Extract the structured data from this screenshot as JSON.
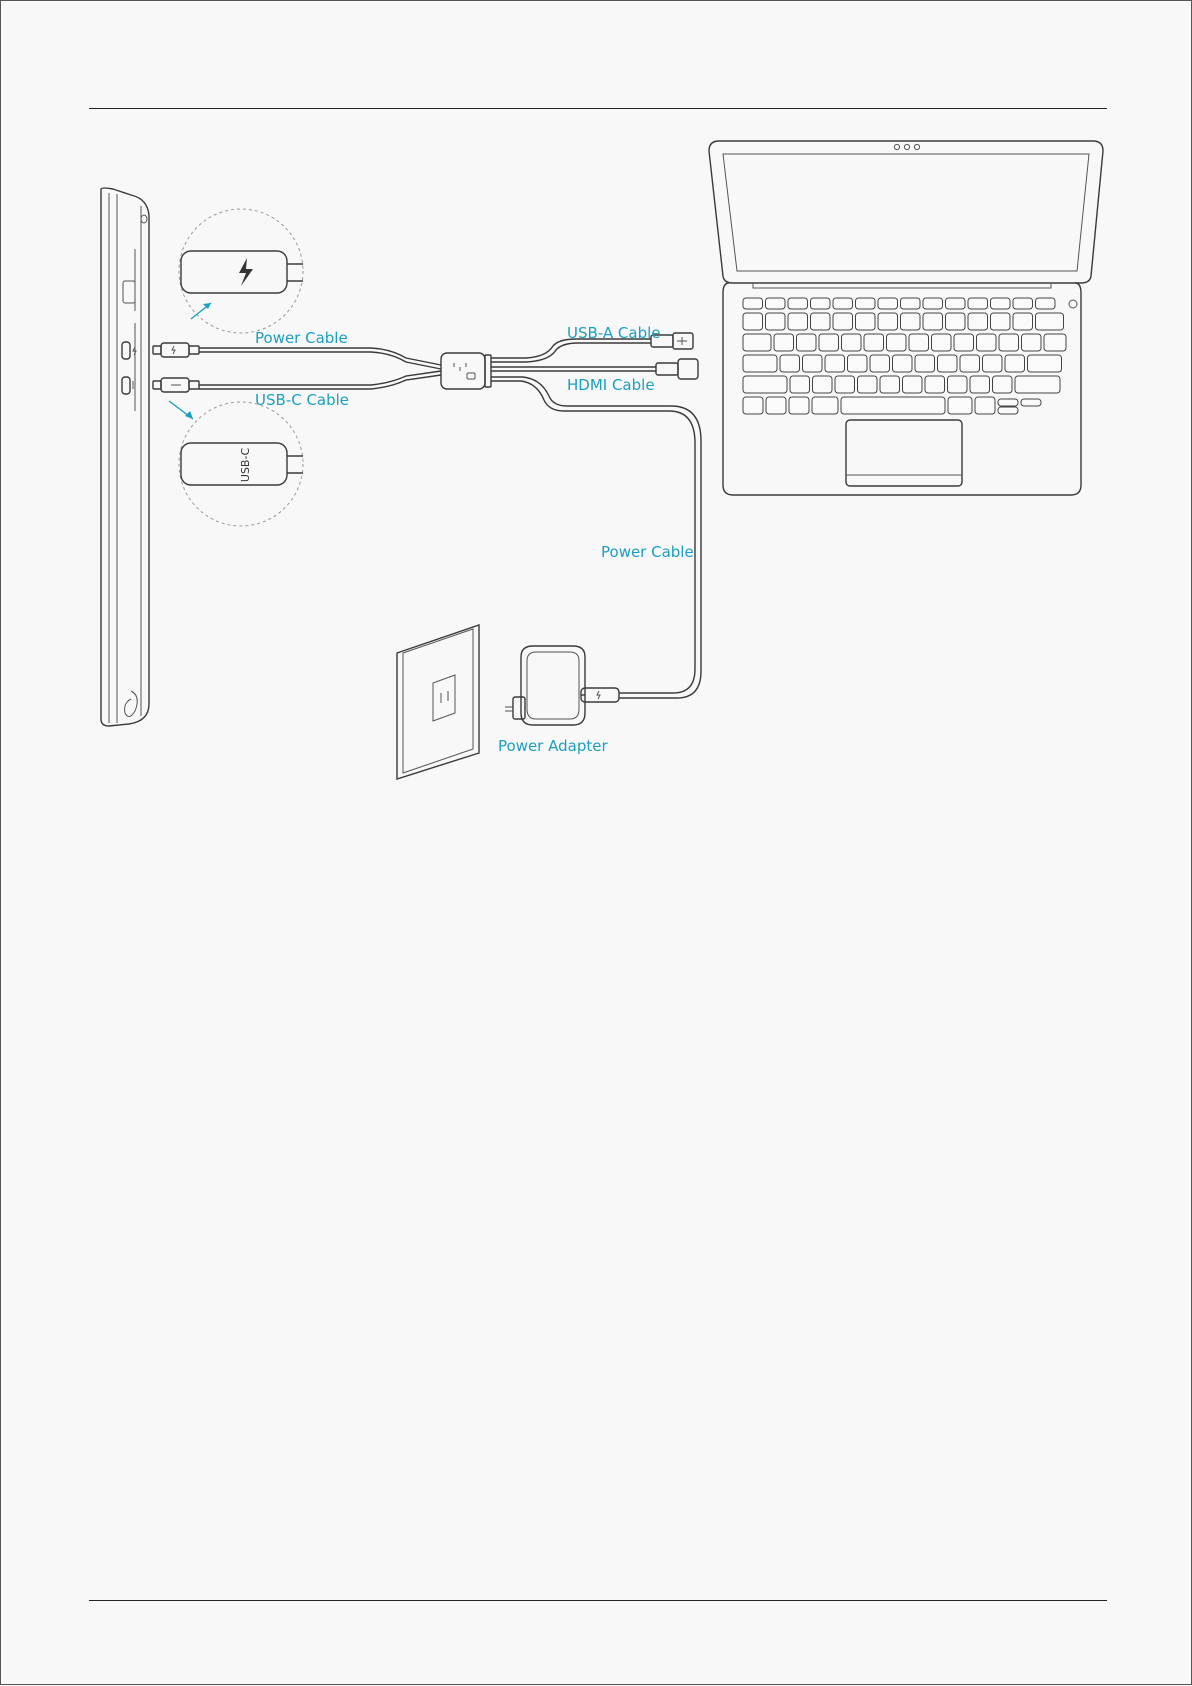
{
  "labels": {
    "power_cable_top": "Power Cable",
    "usb_c_cable": "USB-C Cable",
    "usb_a_cable": "USB-A Cable",
    "hdmi_cable": "HDMI Cable",
    "power_cable_right": "Power Cable",
    "power_adapter": "Power Adapter",
    "usb_c_port_text": "USB-C"
  },
  "colors": {
    "label": "#1a9fc0",
    "lineart": "#3a3a3a",
    "background": "#f8f8f8"
  },
  "icons": [
    "lightning-icon",
    "usb-trident-icon",
    "power-adapter-icon",
    "wall-socket-icon"
  ]
}
